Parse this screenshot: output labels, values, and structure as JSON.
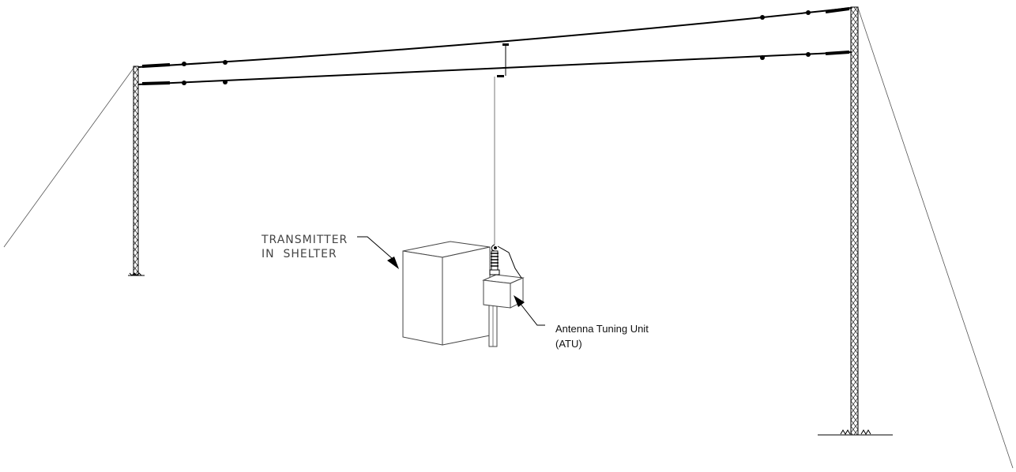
{
  "labels": {
    "transmitter_line1": "TRANSMITTER",
    "transmitter_line2": "IN  SHELTER",
    "atu_line1": "Antenna Tuning Unit",
    "atu_line2": "(ATU)"
  },
  "colors": {
    "line": "#000000",
    "cad_text": "#444444",
    "background": "#ffffff"
  }
}
